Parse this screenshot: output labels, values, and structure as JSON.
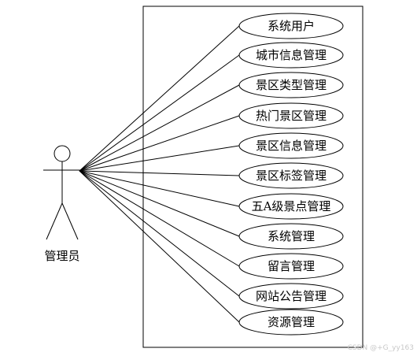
{
  "actor": {
    "label": "管理员"
  },
  "use_cases": [
    {
      "label": "系统用户"
    },
    {
      "label": "城市信息管理"
    },
    {
      "label": "景区类型管理"
    },
    {
      "label": "热门景区管理"
    },
    {
      "label": "景区信息管理"
    },
    {
      "label": "景区标签管理"
    },
    {
      "label": "五A级景点管理"
    },
    {
      "label": "系统管理"
    },
    {
      "label": "留言管理"
    },
    {
      "label": "网站公告管理"
    },
    {
      "label": "资源管理"
    }
  ],
  "watermark": "CSDN @+G_yy163"
}
